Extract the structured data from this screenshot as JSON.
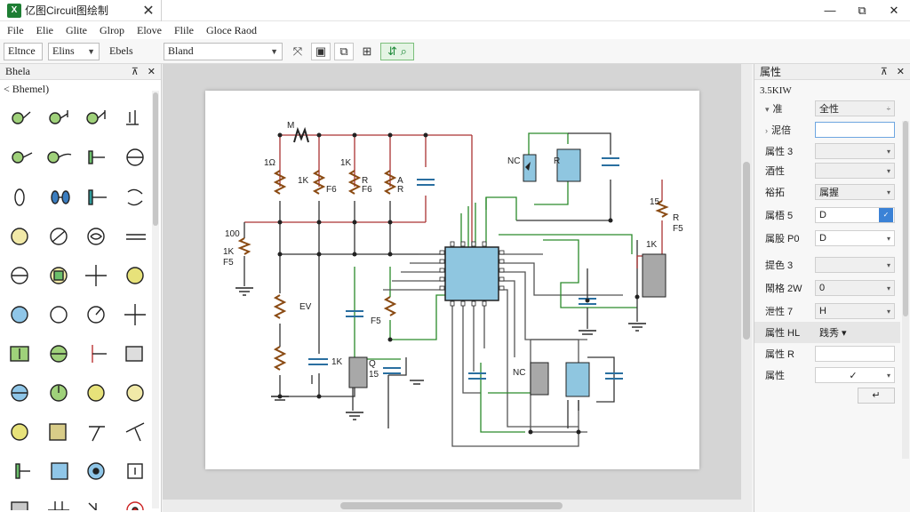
{
  "window": {
    "title": "亿图Circuit图绘制",
    "minimize_icon": "—",
    "maximize_icon": "⧉",
    "close_icon": "✕"
  },
  "menu": [
    "File",
    "Elie",
    "Glite",
    "Glrop",
    "Elove",
    "Flile",
    "Gloce Raod"
  ],
  "toolbar": {
    "box1": "Eltnce",
    "box2": "Elins",
    "box3": "Ebels",
    "box4": "Bland"
  },
  "left_panel": {
    "title": "Bhela",
    "pin_icon": "⊼",
    "close_icon": "✕",
    "category": "< Bhemel)"
  },
  "right_panel": {
    "title": "属性",
    "pin_icon": "⊼",
    "close_icon": "✕",
    "subtitle": "3.5KIW",
    "rows": [
      {
        "label": "准",
        "chev": "▾",
        "value": "全性",
        "dd": "÷"
      },
      {
        "label": "泥倍",
        "chev": "›",
        "value": "",
        "dd": ""
      },
      {
        "label": "属性 3",
        "chev": "",
        "value": "",
        "dd": "▾"
      },
      {
        "label": "酒性",
        "chev": "",
        "value": "",
        "dd": "▾"
      },
      {
        "label": "裕拓",
        "chev": "",
        "value": "属握",
        "dd": "▾"
      },
      {
        "label": "属梧 5",
        "chev": "",
        "value": "D",
        "dd": "✓"
      },
      {
        "label": "属股 P0",
        "chev": "",
        "value": "D",
        "dd": "▾"
      },
      {
        "label": "提色 3",
        "chev": "",
        "value": "",
        "dd": "▾"
      },
      {
        "label": "鬧格 2W",
        "chev": "",
        "value": "0",
        "dd": "▾"
      },
      {
        "label": "泄性 7",
        "chev": "",
        "value": "H",
        "dd": "▾"
      },
      {
        "label": "属性 HL",
        "chev": "",
        "value": "践秀 ▾",
        "dd": ""
      },
      {
        "label": "属性 R",
        "chev": "",
        "value": "",
        "dd": ""
      },
      {
        "label": "属性",
        "chev": "",
        "value": "✓",
        "dd": "▾"
      }
    ],
    "button": "↵"
  },
  "schematic_labels": {
    "m": "M",
    "r1": "1Ω",
    "r1b": "1K",
    "r2": "1K",
    "r2b": "F6",
    "r3": "R",
    "r3b": "F6",
    "r4": "A",
    "r4b": "R",
    "l100": "100",
    "l1k": "1K",
    "lf5": "F5",
    "lev": "EV",
    "l1k2": "1K",
    "lq": "Q",
    "l15": "15",
    "lnc": "NC",
    "lr": "R",
    "lnc2": "NC",
    "lf5b": "F5",
    "l15b": "15",
    "lr2": "R",
    "lf5c": "F5",
    "lh": "1K"
  }
}
